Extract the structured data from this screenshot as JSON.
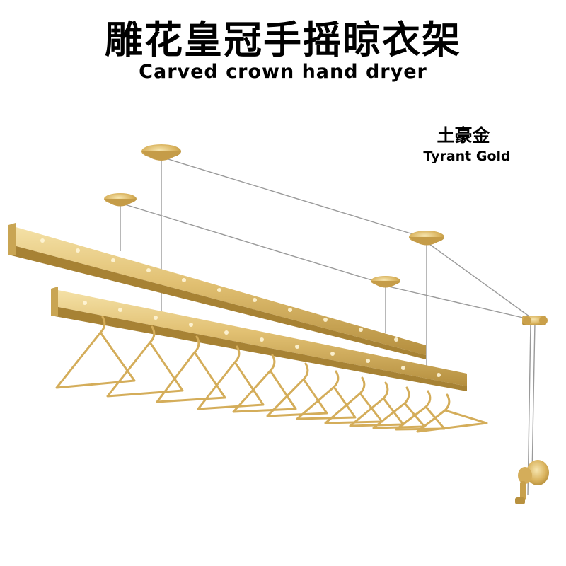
{
  "product": {
    "title_cn": "雕花皇冠手摇晾衣架",
    "title_en": "Carved crown hand dryer",
    "color_cn": "土豪金",
    "color_en": "Tyrant Gold",
    "colors": {
      "gold_light": "#f3dc9a",
      "gold_mid": "#d8b45e",
      "gold_dark": "#b08a3a",
      "wire": "#9a9a9a"
    }
  }
}
